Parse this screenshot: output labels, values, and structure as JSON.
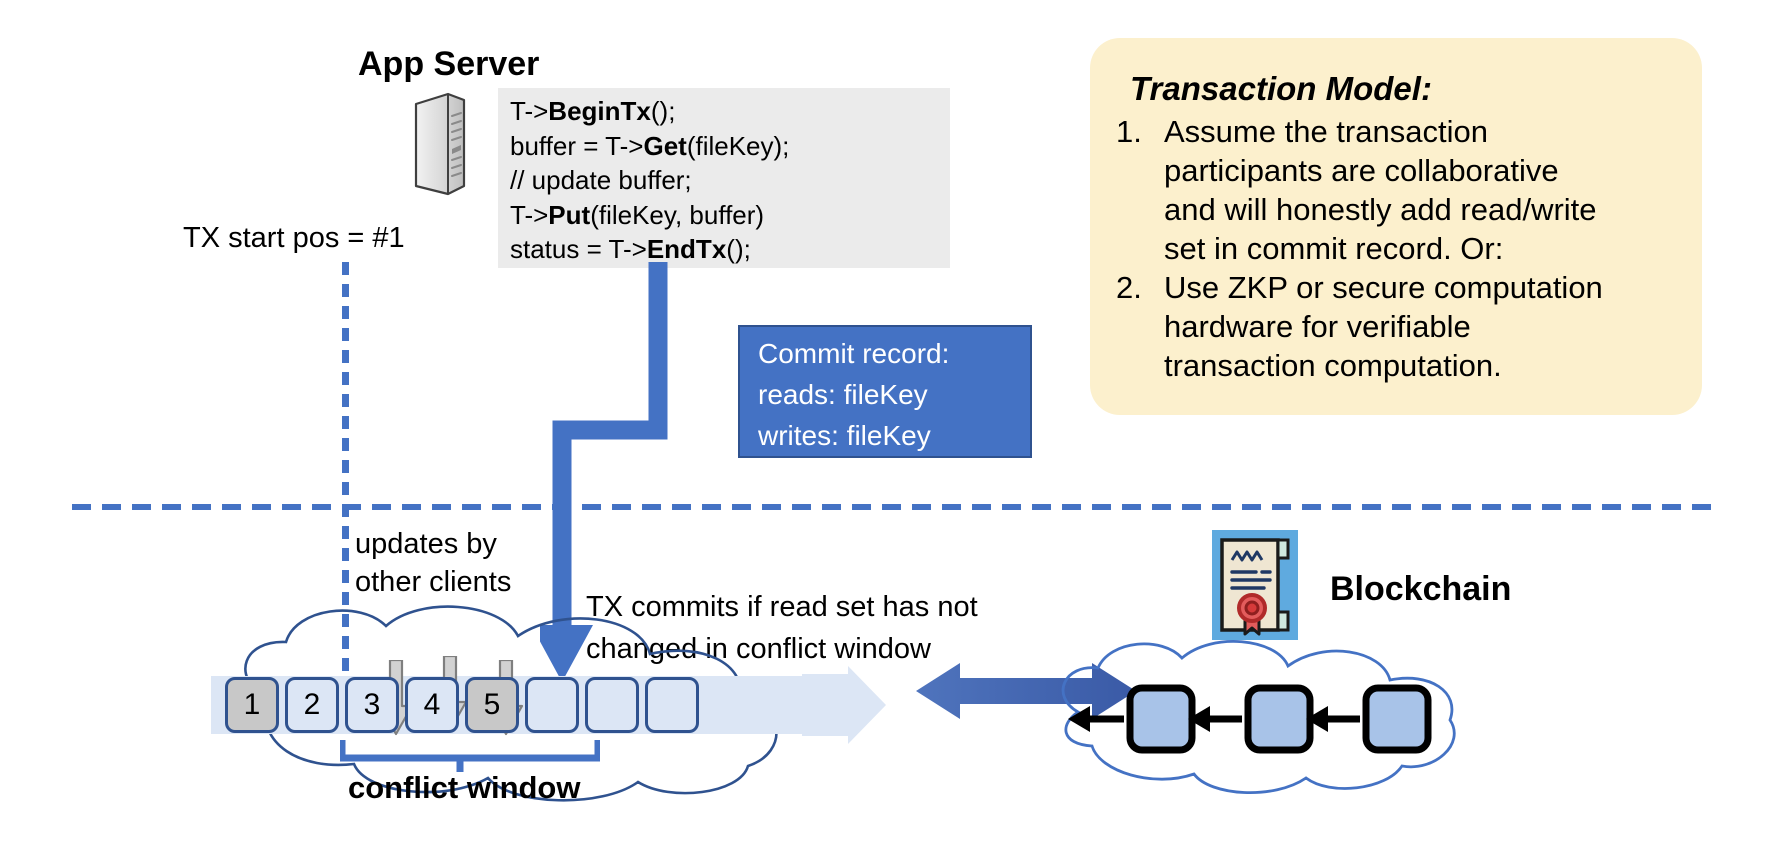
{
  "app_server": {
    "title": "App Server",
    "icon": "server-tower-icon",
    "code_lines": [
      {
        "pre": "T->",
        "bold": "BeginTx",
        "post": "();"
      },
      {
        "pre": "buffer = T->",
        "bold": "Get",
        "post": "(fileKey);"
      },
      {
        "pre": "// update buffer;",
        "bold": "",
        "post": ""
      },
      {
        "pre": "T->",
        "bold": "Put",
        "post": "(fileKey, buffer)"
      },
      {
        "pre": "status = T->",
        "bold": "EndTx",
        "post": "();"
      }
    ]
  },
  "tx_start": {
    "label": "TX start pos = #1"
  },
  "commit_record": {
    "title": "Commit record:",
    "reads": "reads: fileKey",
    "writes": "writes: fileKey",
    "fill_color": "#4472c4",
    "text_color": "#ffffff"
  },
  "ledger": {
    "updates_label_line1": "updates by",
    "updates_label_line2": "other clients",
    "commit_caption_line1": "TX commits if read set has not",
    "commit_caption_line2": "changed in conflict window",
    "conflict_window_label": "conflict window",
    "cells": [
      {
        "label": "1",
        "state": "filled"
      },
      {
        "label": "2",
        "state": "empty"
      },
      {
        "label": "3",
        "state": "empty"
      },
      {
        "label": "4",
        "state": "empty"
      },
      {
        "label": "5",
        "state": "filled"
      },
      {
        "label": "",
        "state": "empty"
      },
      {
        "label": "",
        "state": "empty"
      },
      {
        "label": "",
        "state": "empty"
      }
    ],
    "filled_color": "#c8c8c8",
    "empty_color": "#dce6f5",
    "border_color": "#2f528f"
  },
  "blockchain": {
    "label": "Blockchain",
    "icon": "certificate-seal-icon",
    "block_count": 3,
    "block_color": "#a8c3e8"
  },
  "transaction_model": {
    "title": "Transaction Model:",
    "background": "#fcf0cd",
    "items": [
      {
        "number": "1.",
        "lines": [
          "Assume the transaction",
          "participants are collaborative",
          "and will honestly add read/write",
          "set in commit record.  Or:"
        ]
      },
      {
        "number": "2.",
        "lines": [
          "Use ZKP or secure computation",
          "hardware for verifiable",
          "transaction computation."
        ]
      }
    ]
  },
  "colors": {
    "accent_blue": "#4472c4",
    "dark_blue": "#2f528f",
    "code_bg": "#ebebeb",
    "callout_yellow": "#fcf0cd"
  }
}
